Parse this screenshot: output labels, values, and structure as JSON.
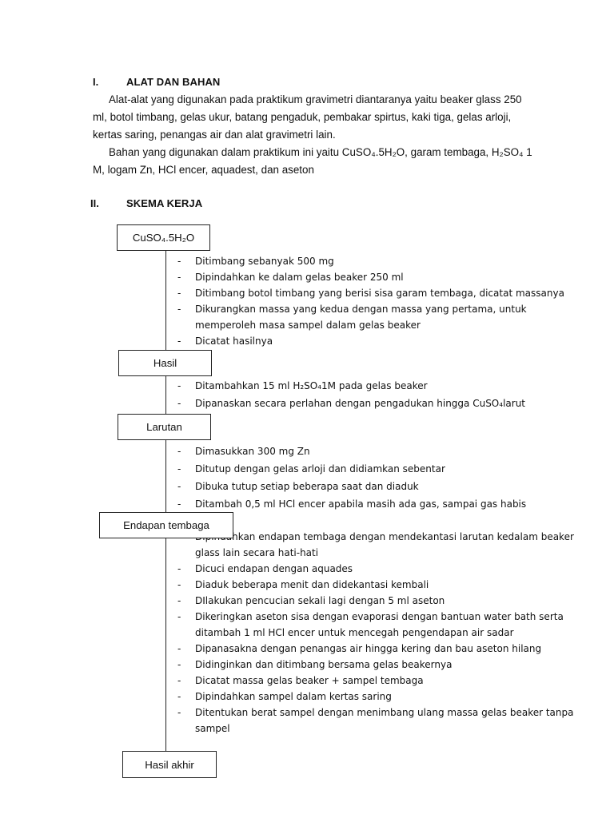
{
  "section1": {
    "number": "I.",
    "title": "ALAT DAN BAHAN",
    "p1": [
      "Alat-alat yang digunakan pada praktikum gravimetri diantaranya yaitu beaker glass 250",
      "ml, botol timbang, gelas ukur, batang pengaduk, pembakar spirtus, kaki tiga, gelas arloji,",
      "kertas saring, penangas air dan alat gravimetri lain."
    ],
    "p2": [
      "Bahan yang digunakan dalam praktikum ini yaitu CuSO₄.5H₂O, garam tembaga, H₂SO₄  1",
      "M, logam Zn, HCl encer, aquadest, dan aseton"
    ]
  },
  "section2": {
    "number": "II.",
    "title": "SKEMA KERJA"
  },
  "flow": {
    "dash": "-",
    "box1": "CuSO₄.5H₂O",
    "steps1": [
      "Ditimbang sebanyak 500 mg",
      "Dipindahkan ke dalam gelas beaker 250 ml",
      "Ditimbang botol timbang yang berisi sisa garam tembaga, dicatat massanya",
      "Dikurangkan massa yang kedua dengan massa yang pertama, untuk",
      "memperoleh masa sampel dalam gelas beaker",
      "Dicatat hasilnya"
    ],
    "box2": "Hasil",
    "steps2": [
      "Ditambahkan 15 ml H₂SO₄1M pada gelas beaker",
      "Dipanaskan secara perlahan dengan pengadukan hingga CuSO₄larut"
    ],
    "box3": "Larutan",
    "steps3": [
      "Dimasukkan 300 mg Zn",
      "Ditutup dengan gelas arloji dan didiamkan sebentar",
      "Dibuka tutup setiap beberapa saat dan diaduk",
      "Ditambah 0,5 ml HCl encer apabila masih ada gas, sampai gas habis"
    ],
    "box4": "Endapan tembaga",
    "steps4": [
      "Dipindahkan endapan tembaga dengan mendekantasi larutan kedalam beaker",
      "glass lain secara hati-hati",
      "Dicuci endapan dengan aquades",
      "Diaduk beberapa menit dan didekantasi kembali",
      "DIlakukan pencucian sekali lagi dengan 5 ml aseton",
      "Dikeringkan aseton sisa dengan evaporasi dengan bantuan water bath serta",
      "ditambah 1 ml HCl encer untuk mencegah pengendapan air sadar",
      "Dipanasakna dengan penangas air hingga kering dan bau aseton hilang",
      "Didinginkan dan ditimbang bersama gelas beakernya",
      "Dicatat massa gelas beaker + sampel tembaga",
      "Dipindahkan sampel dalam kertas saring",
      "Ditentukan berat sampel dengan menimbang ulang massa gelas beaker tanpa",
      "sampel"
    ],
    "box5": "Hasil akhir"
  }
}
